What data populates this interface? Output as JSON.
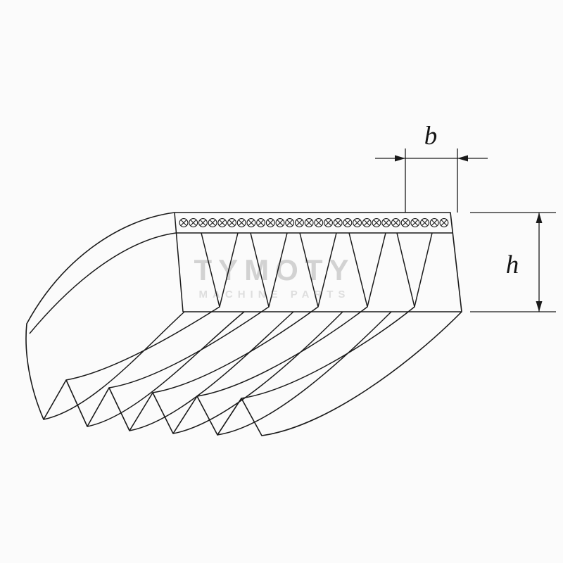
{
  "diagram": {
    "type": "technical-line-drawing",
    "subject": "poly-v-ribbed-belt-cross-section",
    "labels": {
      "width": "b",
      "height": "h"
    },
    "watermark": {
      "line1": "TYMOTY",
      "line2": "MACHINE PARTS"
    },
    "cord_layer": {
      "symbol": "circled-x",
      "count": 28
    },
    "ribs": 6,
    "grooves": 5,
    "colors": {
      "line": "#1a1a1a",
      "watermark_primary": "#d2d2d2",
      "watermark_secondary": "#dedede",
      "background": "#fbfbfb"
    }
  }
}
